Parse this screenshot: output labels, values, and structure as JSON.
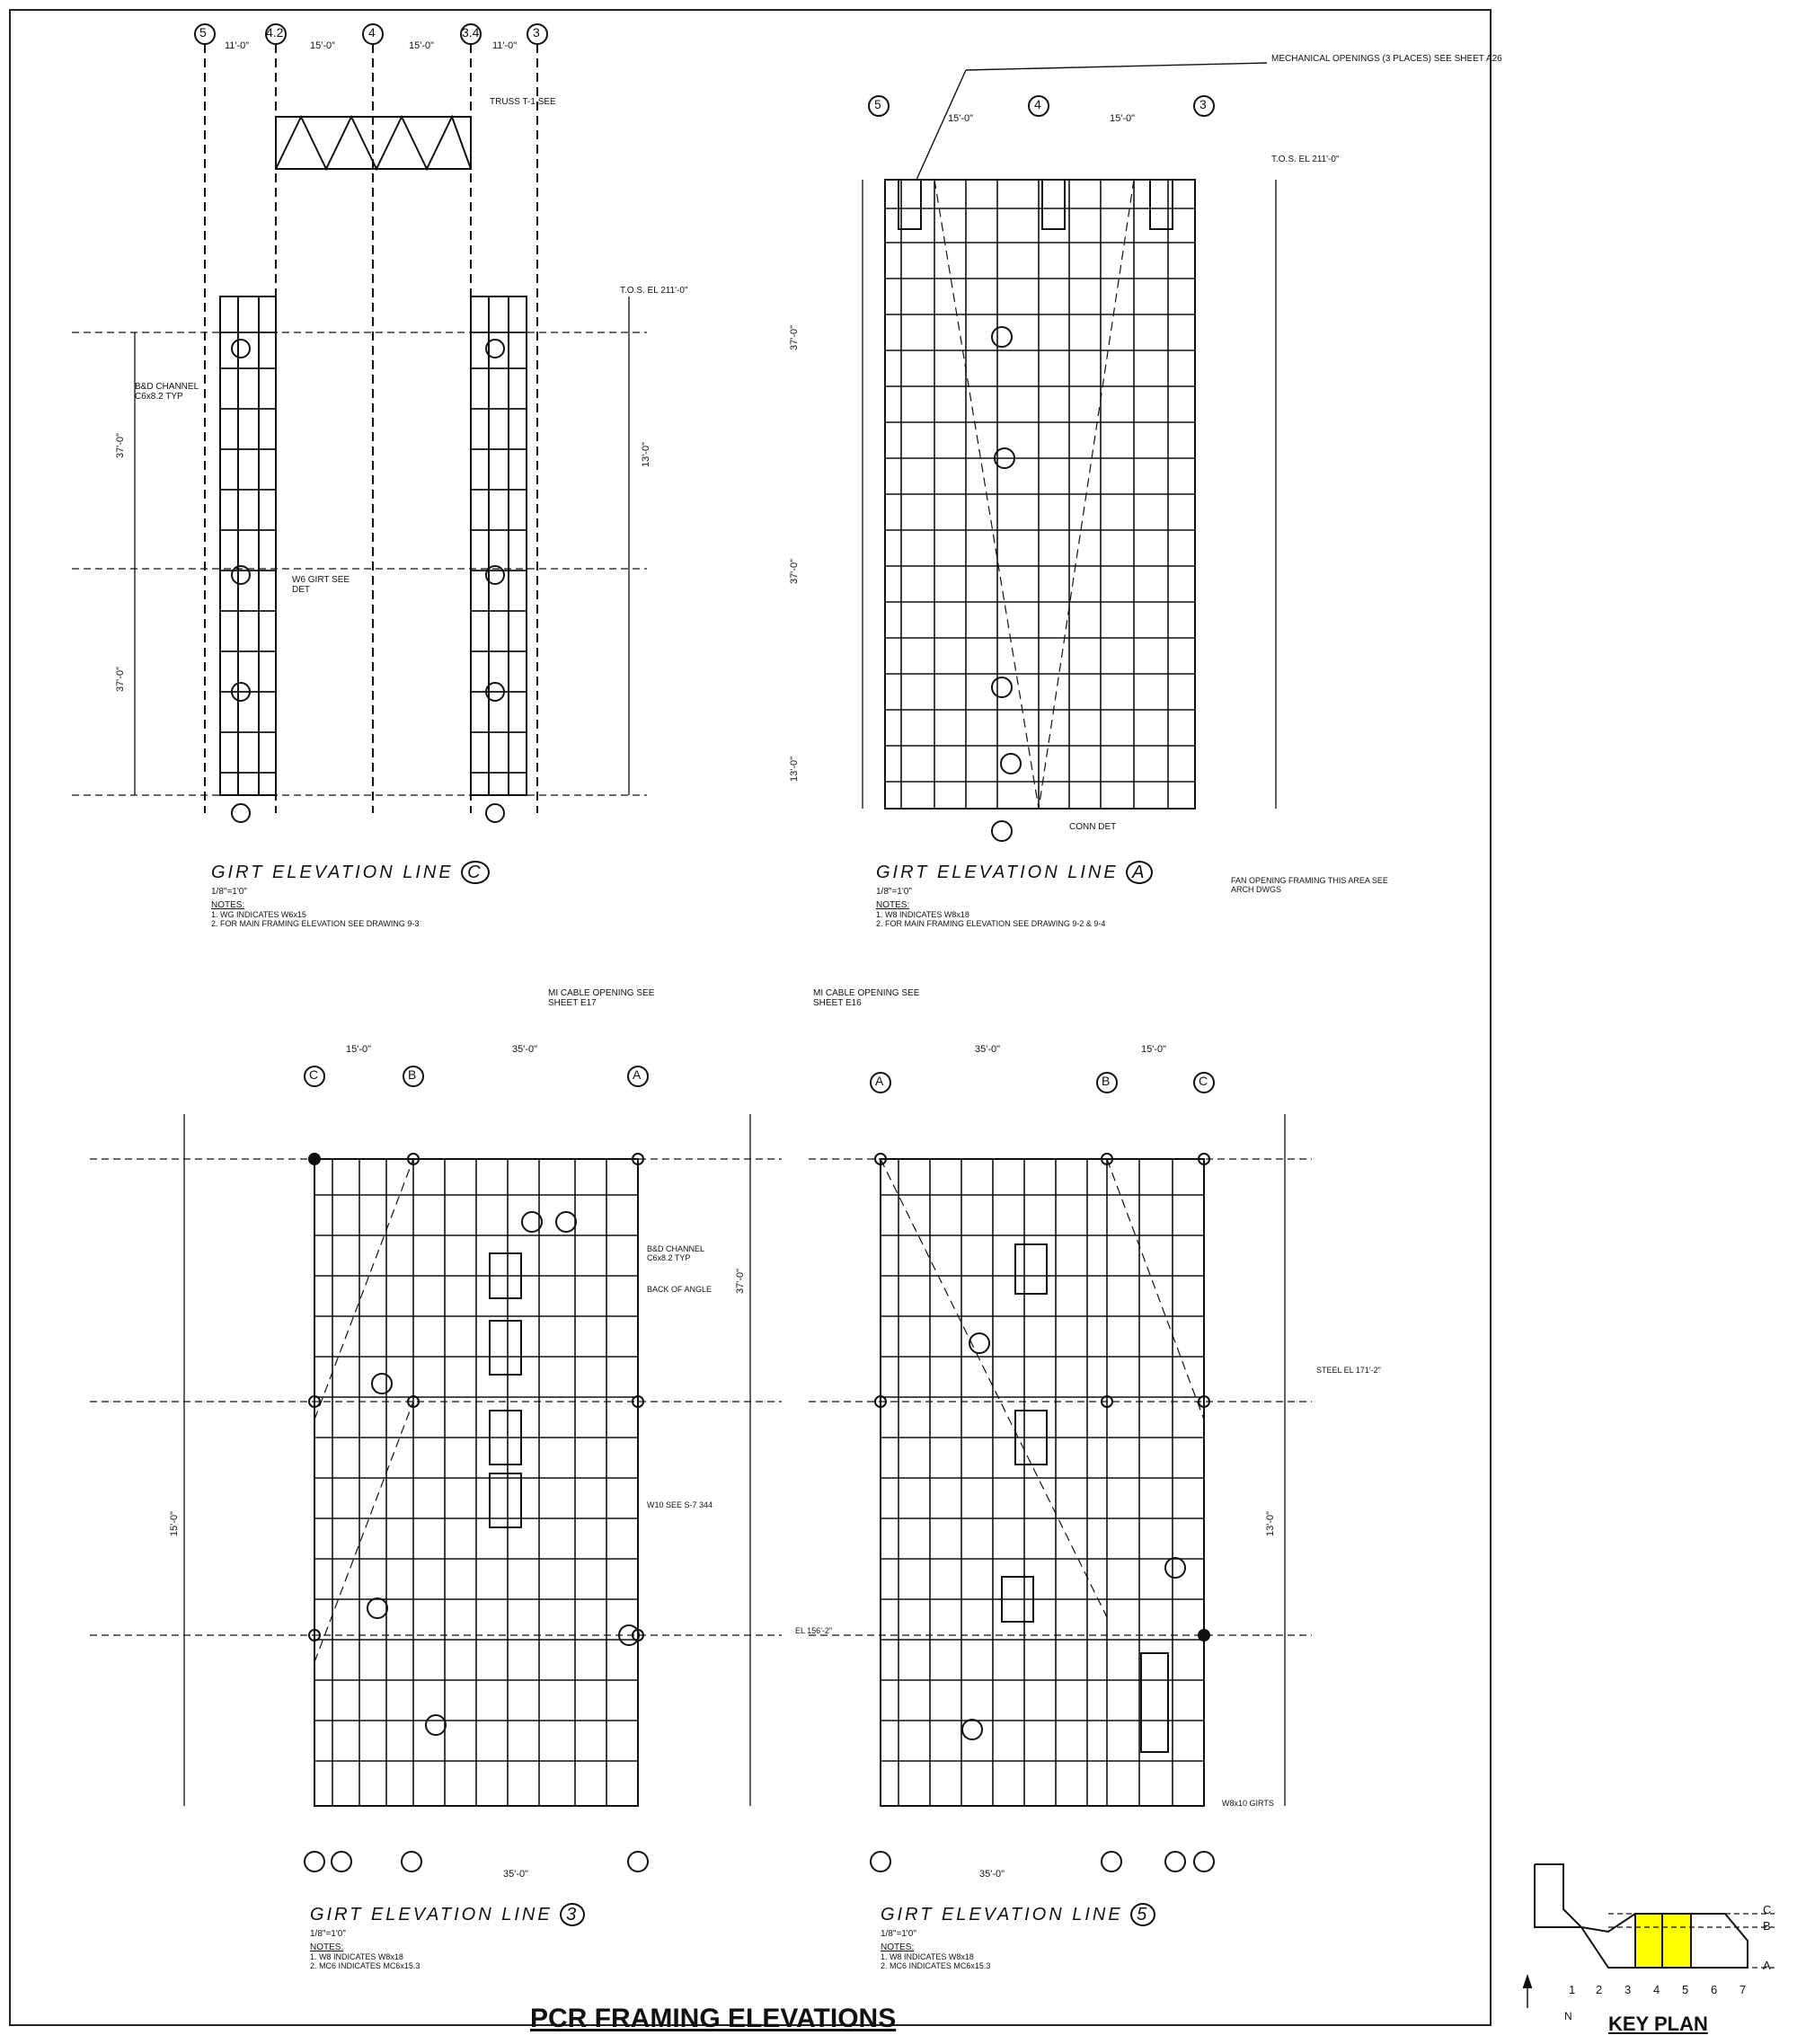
{
  "sheet_title": "PCR FRAMING ELEVATIONS",
  "key_plan": {
    "title": "KEY PLAN",
    "north": "N",
    "column_lines": [
      "1",
      "2",
      "3",
      "4",
      "5",
      "6",
      "7"
    ],
    "row_lines": [
      "C",
      "B",
      "A"
    ],
    "highlight_color": "#ffff00"
  },
  "elevations": [
    {
      "id": "girt-c",
      "title": "GIRT ELEVATION LINE",
      "line": "C",
      "scale": "1/8\"=1'0\"",
      "notes_header": "NOTES:",
      "notes": [
        "1. WG INDICATES W6x15",
        "2. FOR MAIN FRAMING ELEVATION SEE DRAWING 9-3"
      ],
      "grid_labels": [
        "5",
        "4.2",
        "4",
        "3.4",
        "3"
      ],
      "callouts": [
        "TRUSS T-1 SEE",
        "W6 GIRT SEE DET",
        "B&D CHANNEL C6x8.2 TYP",
        "T.O.S. EL 211'-0\""
      ],
      "dims": [
        "11'-0\"",
        "15'-0\"",
        "15'-0\"",
        "11'-0\"",
        "37'-0\"",
        "13'-0\"",
        "37'-0\""
      ]
    },
    {
      "id": "girt-a",
      "title": "GIRT ELEVATION LINE",
      "line": "A",
      "scale": "1/8\"=1'0\"",
      "notes_header": "NOTES:",
      "notes": [
        "1. W8 INDICATES W8x18",
        "2. FOR MAIN FRAMING ELEVATION SEE DRAWING 9-2 & 9-4"
      ],
      "grid_labels": [
        "5",
        "4",
        "3"
      ],
      "callouts": [
        "MECHANICAL OPENINGS (3 PLACES) SEE SHEET A26",
        "CONN DET",
        "FAN OPENING FRAMING THIS AREA SEE ARCH DWGS",
        "T.O.S. EL 211'-0\""
      ],
      "dims": [
        "15'-0\"",
        "15'-0\"",
        "37'-0\"",
        "37'-0\"",
        "13'-0\""
      ]
    },
    {
      "id": "girt-3",
      "title": "GIRT ELEVATION LINE",
      "line": "3",
      "scale": "1/8\"=1'0\"",
      "notes_header": "NOTES:",
      "notes": [
        "1. W8 INDICATES W8x18",
        "2. MC6 INDICATES MC6x15.3"
      ],
      "grid_labels": [
        "C",
        "B",
        "A"
      ],
      "callouts": [
        "MI CABLE OPENING SEE SHEET E17",
        "B&D CHANNEL C6x8.2 TYP",
        "BACK OF ANGLE",
        "W10 SEE S-7 344"
      ],
      "dims": [
        "15'-0\"",
        "35'-0\"",
        "35'-0\"",
        "37'-0\"",
        "15'-0\""
      ]
    },
    {
      "id": "girt-5",
      "title": "GIRT ELEVATION LINE",
      "line": "5",
      "scale": "1/8\"=1'0\"",
      "notes_header": "NOTES:",
      "notes": [
        "1. W8 INDICATES W8x18",
        "2. MC6 INDICATES MC6x15.3"
      ],
      "grid_labels": [
        "A",
        "B",
        "C"
      ],
      "callouts": [
        "MI CABLE OPENING SEE SHEET E16",
        "W8x10 GIRTS",
        "EL 156'-2\"",
        "STEEL EL 171'-2\""
      ],
      "dims": [
        "35'-0\"",
        "15'-0\"",
        "35'-0\"",
        "13'-0\""
      ]
    }
  ]
}
